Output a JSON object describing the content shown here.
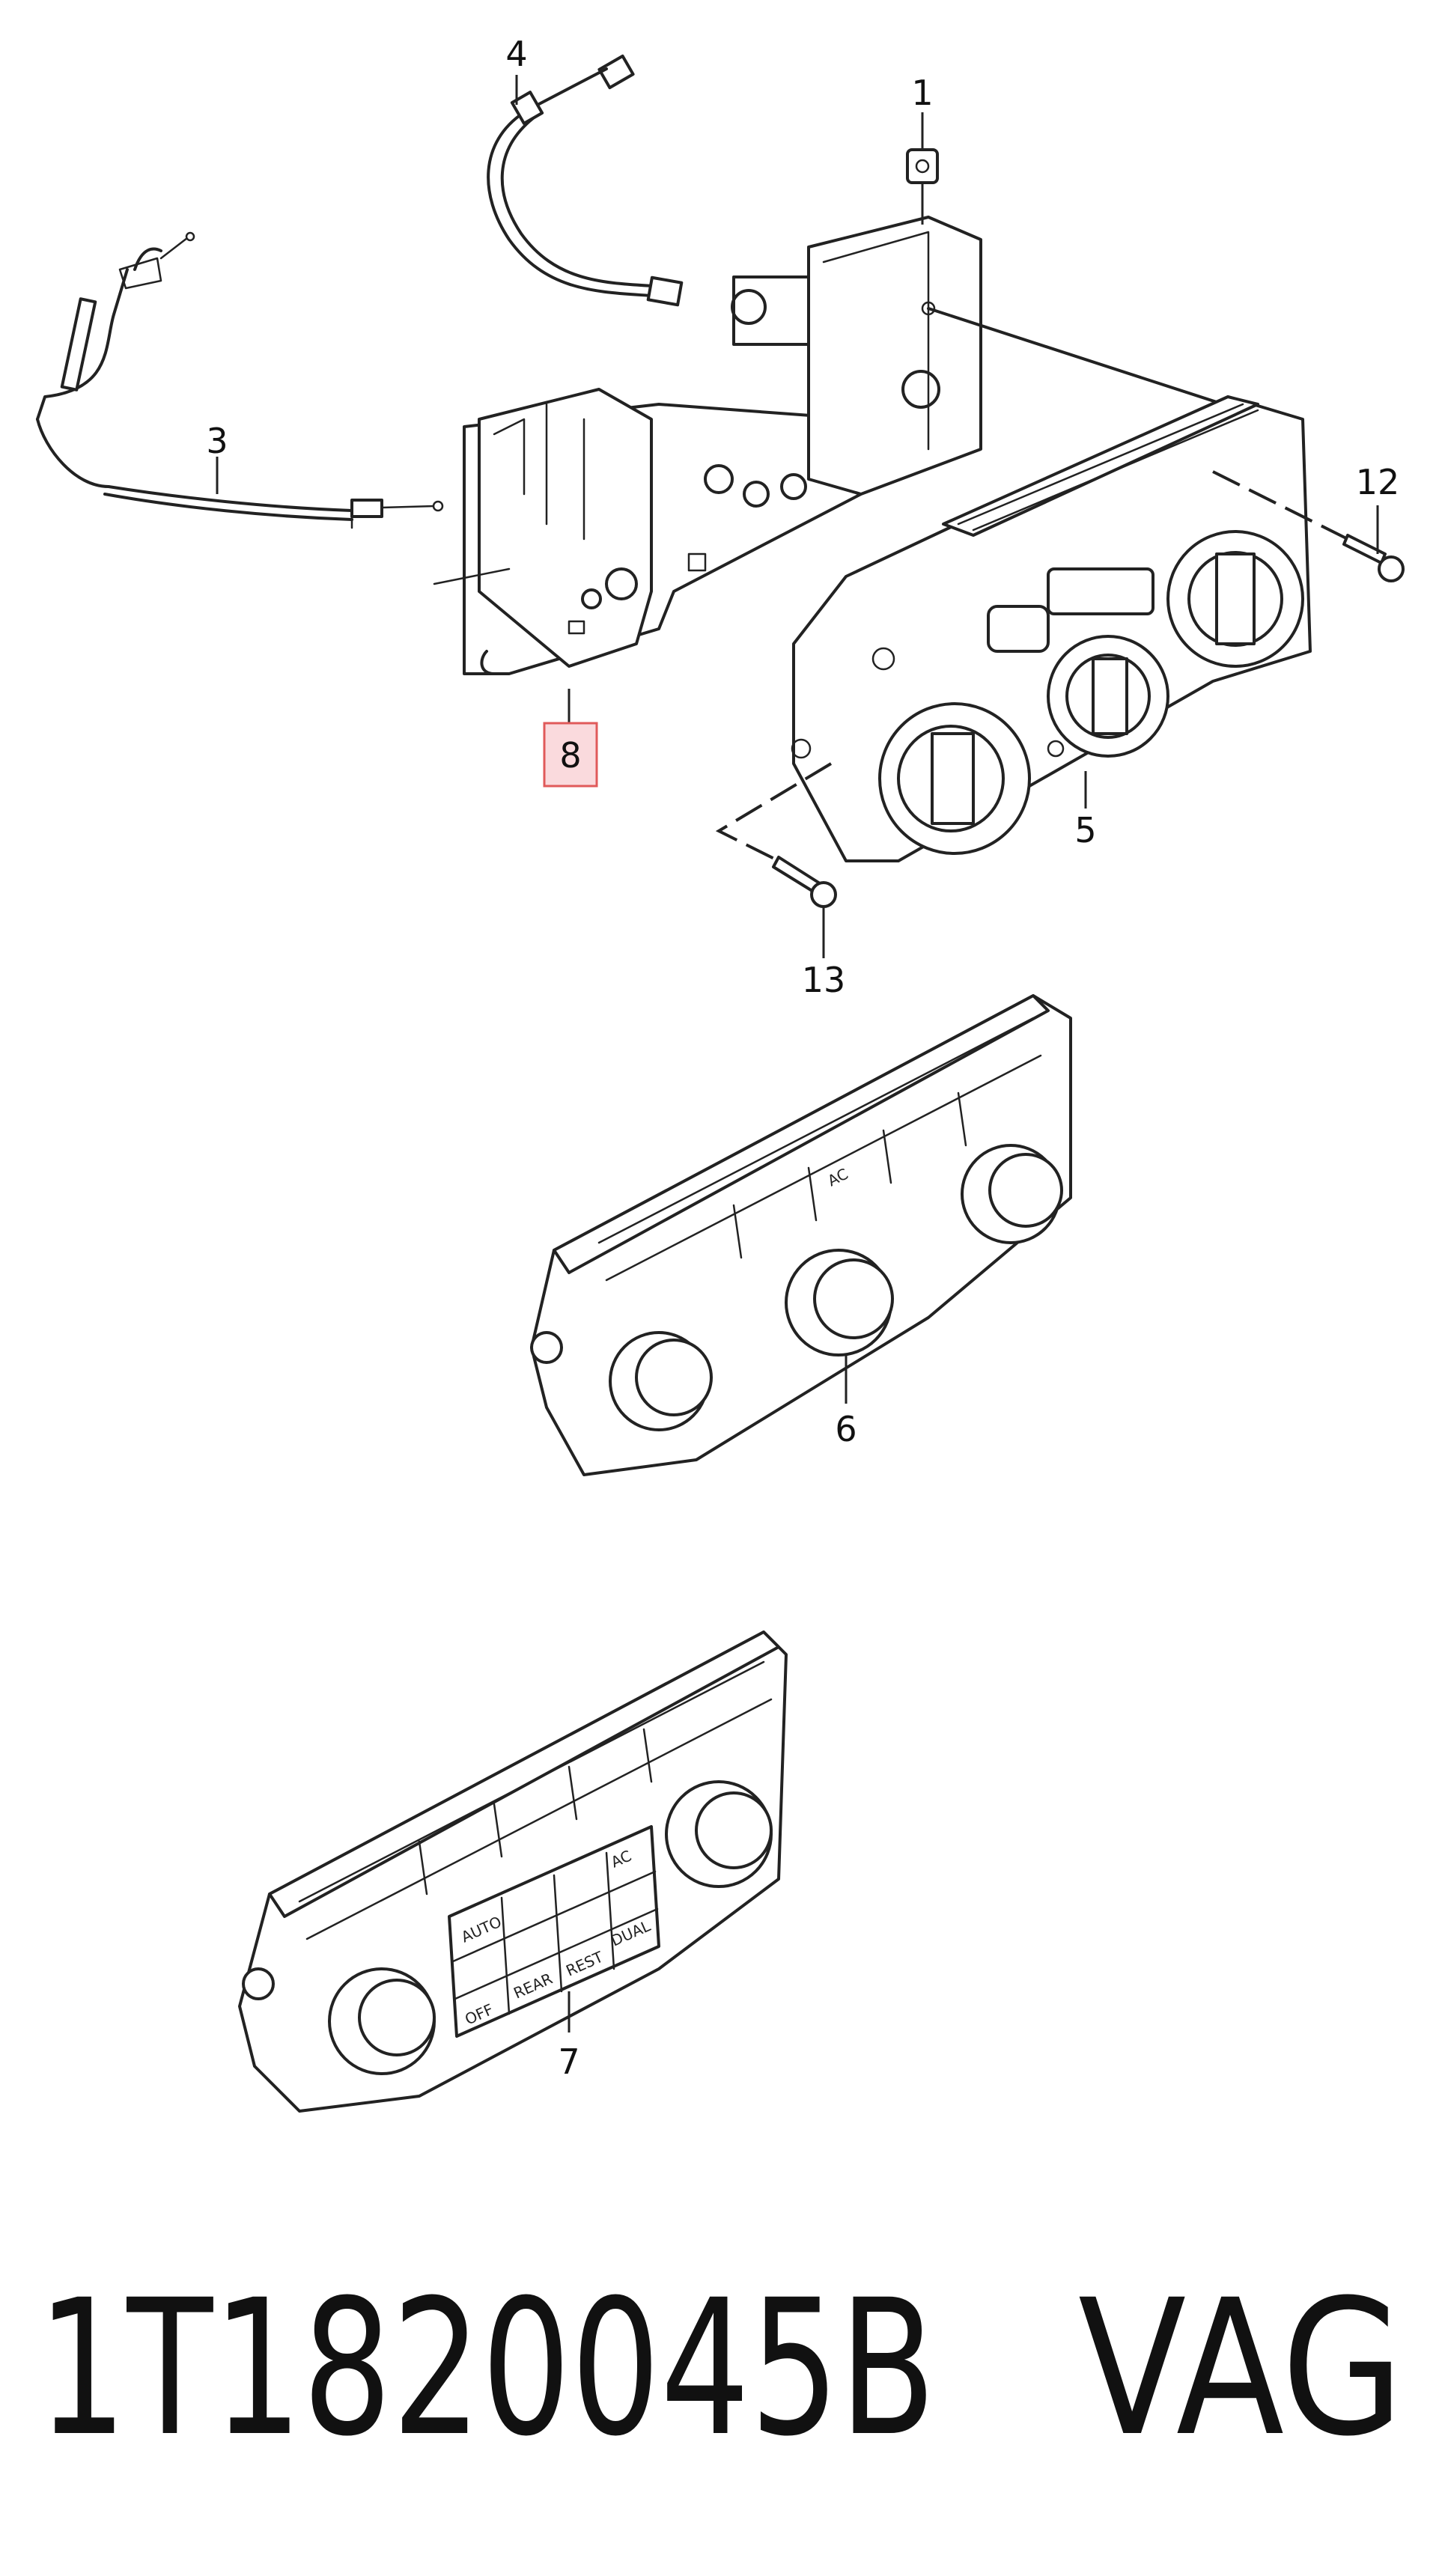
{
  "callouts": {
    "c1": "1",
    "c3": "3",
    "c4": "4",
    "c5": "5",
    "c6": "6",
    "c7": "7",
    "c8": "8",
    "c12": "12",
    "c13": "13"
  },
  "panel_b_labels": {
    "ac": "AC"
  },
  "panel_c_labels": {
    "auto": "AUTO",
    "off": "OFF",
    "rear": "REAR",
    "rest": "REST",
    "dual": "DUAL",
    "ac": "AC"
  },
  "footer": {
    "part_number": "1T1820045B",
    "brand": "VAG"
  },
  "colors": {
    "highlight_fill": "#fadadd",
    "highlight_stroke": "#e05a5a"
  }
}
